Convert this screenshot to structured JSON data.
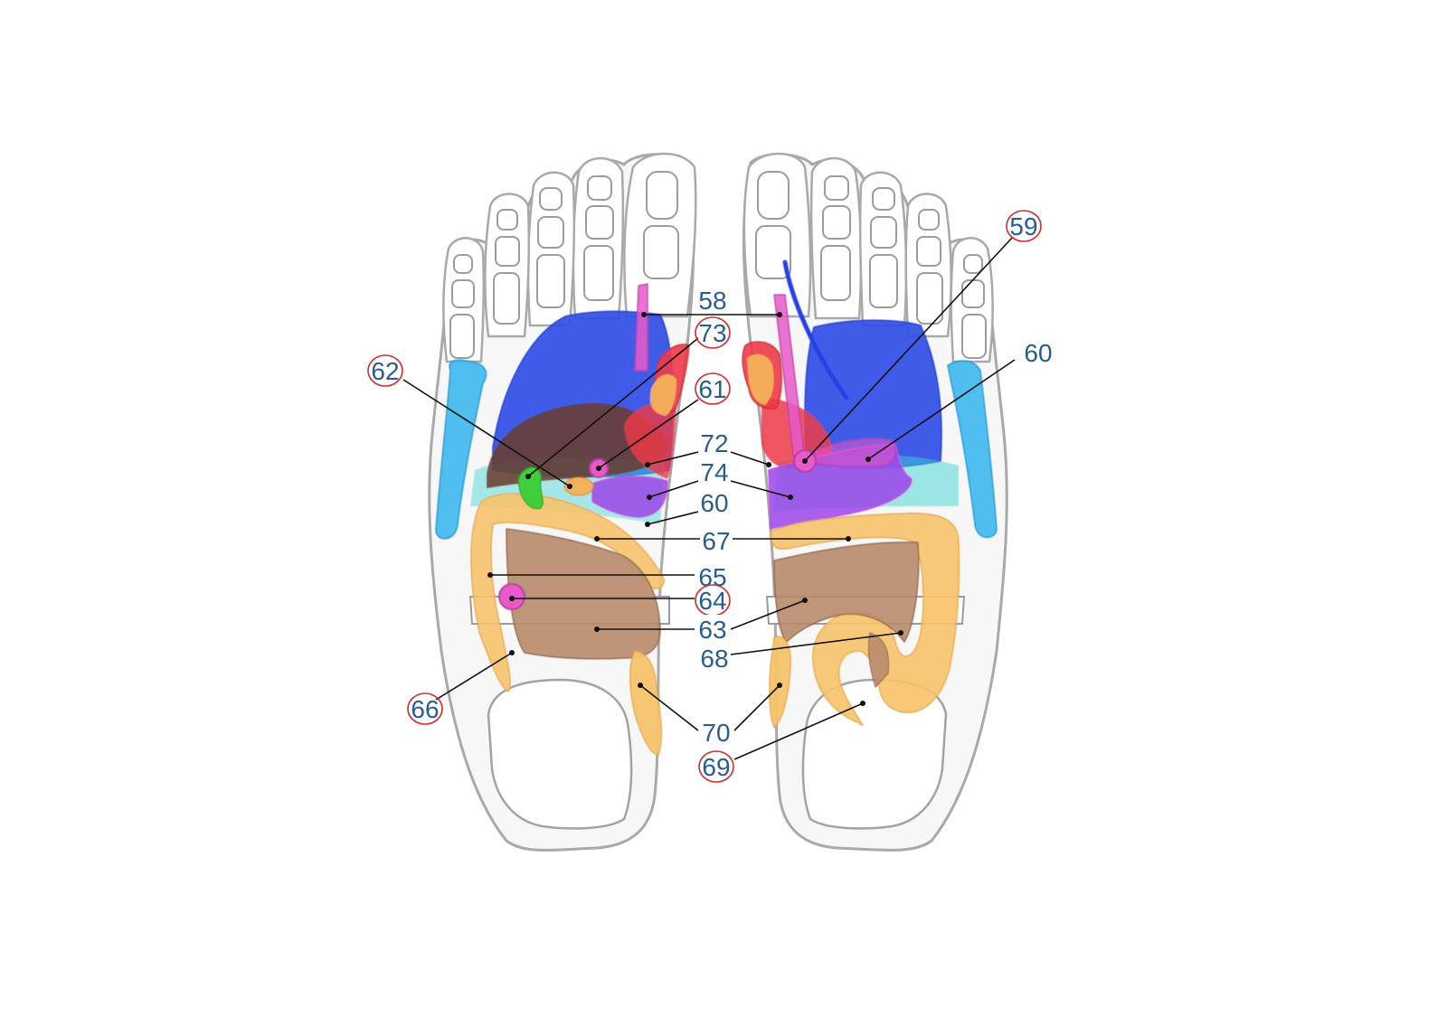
{
  "colors": {
    "label_text": "#2a5d8f",
    "circle_ring": "#d42a2a",
    "leader_line": "#111111",
    "lung_blue": "#2f4fe6",
    "shoulder_cyan": "#3fb8ee",
    "liver_brown": "#6b3b2a",
    "heart_red": "#ee3b48",
    "intestine_orange": "#f7c36b",
    "small_intestine_tan": "#b98b6c",
    "stomach_purple": "#9b45e8",
    "gland_pink": "#e85ac8",
    "gall_green": "#3fcf3a"
  },
  "labels": [
    {
      "id": "58",
      "text": "58",
      "circled": false
    },
    {
      "id": "73",
      "text": "73",
      "circled": true
    },
    {
      "id": "61",
      "text": "61",
      "circled": true
    },
    {
      "id": "72",
      "text": "72",
      "circled": false
    },
    {
      "id": "74",
      "text": "74",
      "circled": false
    },
    {
      "id": "60a",
      "text": "60",
      "circled": false
    },
    {
      "id": "67",
      "text": "67",
      "circled": false
    },
    {
      "id": "65",
      "text": "65",
      "circled": false
    },
    {
      "id": "64",
      "text": "64",
      "circled": true
    },
    {
      "id": "63",
      "text": "63",
      "circled": false
    },
    {
      "id": "68",
      "text": "68",
      "circled": false
    },
    {
      "id": "70",
      "text": "70",
      "circled": false
    },
    {
      "id": "69",
      "text": "69",
      "circled": true
    },
    {
      "id": "62",
      "text": "62",
      "circled": true
    },
    {
      "id": "66",
      "text": "66",
      "circled": true
    },
    {
      "id": "59",
      "text": "59",
      "circled": true
    },
    {
      "id": "60b",
      "text": "60",
      "circled": false
    }
  ]
}
